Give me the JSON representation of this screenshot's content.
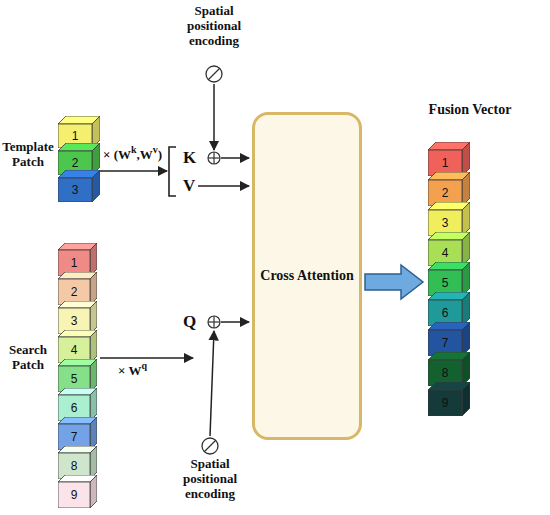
{
  "diagram": {
    "nodes": [
      {
        "text": [
          "Template Patch"
        ]
      },
      {
        "text": [
          "1"
        ],
        "in": 0
      },
      {
        "text": [
          "2"
        ],
        "in": 0
      },
      {
        "text": [
          "3"
        ],
        "in": 0
      },
      {
        "text": [
          "Search Patch"
        ]
      },
      {
        "text": [
          "1"
        ],
        "in": 4
      },
      {
        "text": [
          "2"
        ],
        "in": 4
      },
      {
        "text": [
          "3"
        ],
        "in": 4
      },
      {
        "text": [
          "4"
        ],
        "in": 4
      },
      {
        "text": [
          "5"
        ],
        "in": 4
      },
      {
        "text": [
          "6"
        ],
        "in": 4
      },
      {
        "text": [
          "7"
        ],
        "in": 4
      },
      {
        "text": [
          "8"
        ],
        "in": 4
      },
      {
        "text": [
          "9"
        ],
        "in": 4
      },
      {
        "text": [
          "Cross Attention"
        ]
      },
      {
        "text": [
          "Fusion Vector"
        ]
      },
      {
        "text": [
          "1"
        ],
        "in": 15
      },
      {
        "text": [
          "2"
        ],
        "in": 15
      },
      {
        "text": [
          "3"
        ],
        "in": 15
      },
      {
        "text": [
          "4"
        ],
        "in": 15
      },
      {
        "text": [
          "5"
        ],
        "in": 15
      },
      {
        "text": [
          "6"
        ],
        "in": 15
      },
      {
        "text": [
          "7"
        ],
        "in": 15
      },
      {
        "text": [
          "8"
        ],
        "in": 15
      },
      {
        "text": [
          "9"
        ],
        "in": 15
      }
    ],
    "edges": [
      {
        "from": 14,
        "to": 15,
        "arrow": "to"
      }
    ],
    "labels": [
      "Spatial positional encoding",
      "× (W",
      "k",
      ",W",
      "v",
      ")",
      "K",
      "V",
      "× W",
      "q",
      "Q",
      "Spatial positional encoding"
    ]
  }
}
